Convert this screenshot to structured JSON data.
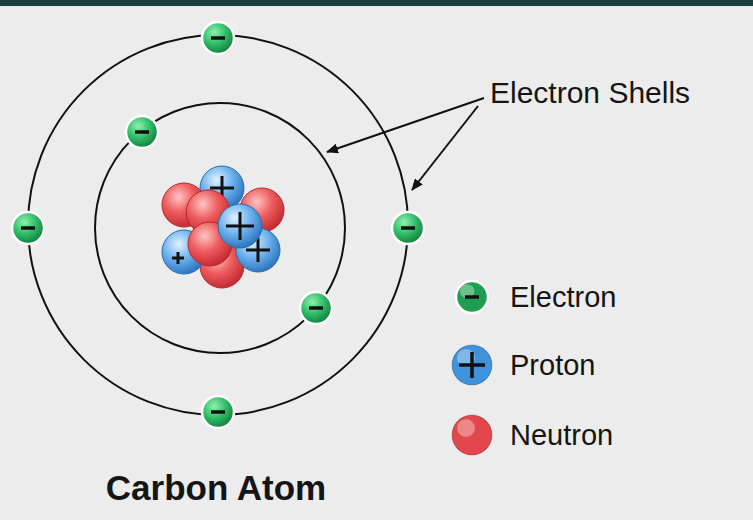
{
  "diagram": {
    "caption": "Carbon Atom",
    "labels": [
      "Electron Shells"
    ],
    "legend": [
      {
        "text": "Electron",
        "color": "#1e9e50"
      },
      {
        "text": "Proton",
        "color": "#3f93dc"
      },
      {
        "text": "Neutron",
        "color": "#e2474b"
      }
    ]
  }
}
